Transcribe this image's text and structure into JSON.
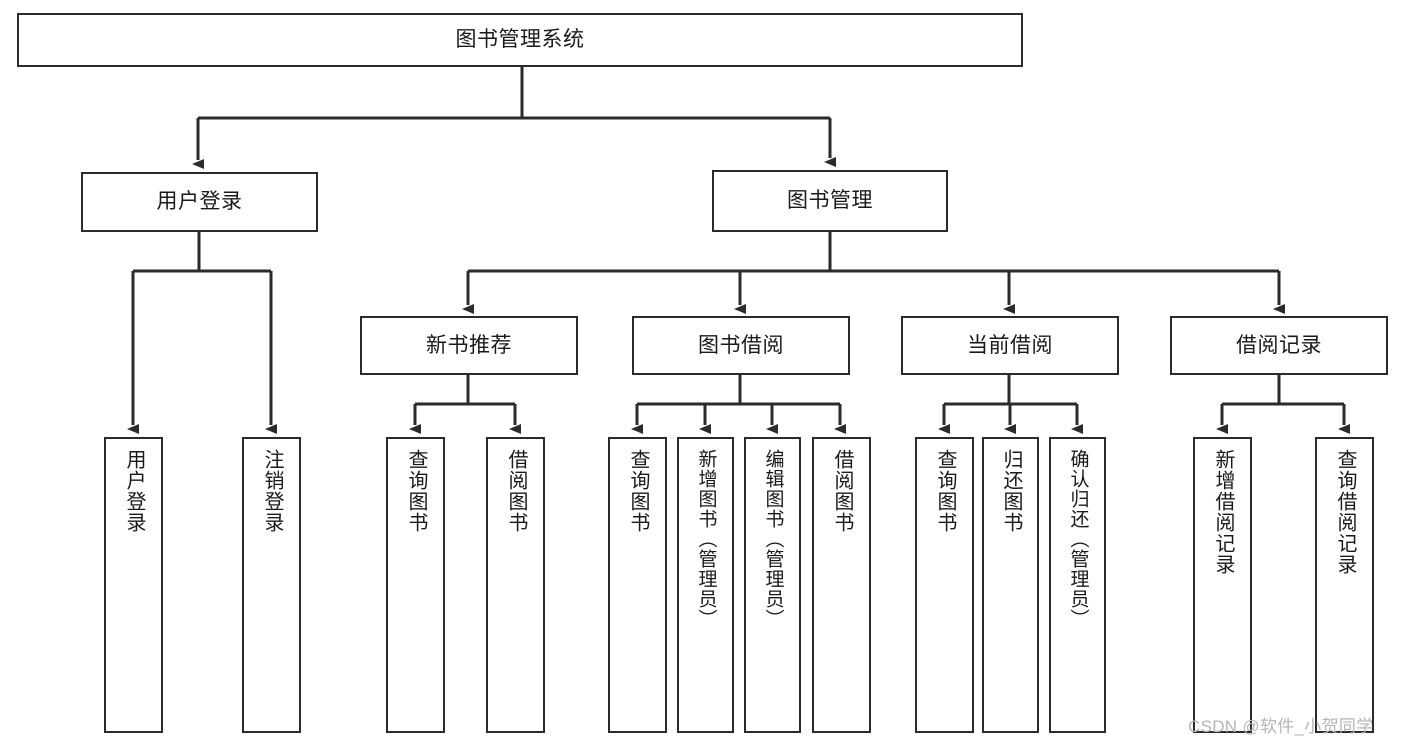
{
  "diagram": {
    "title_node": {
      "label": "图书管理系统"
    },
    "level2": [
      {
        "id": "user-login",
        "label": "用户登录"
      },
      {
        "id": "book-management",
        "label": "图书管理"
      }
    ],
    "level3": [
      {
        "id": "new-book-recommend",
        "label": "新书推荐"
      },
      {
        "id": "book-borrow",
        "label": "图书借阅"
      },
      {
        "id": "current-borrow",
        "label": "当前借阅"
      },
      {
        "id": "borrow-record",
        "label": "借阅记录"
      }
    ],
    "leaves": [
      {
        "id": "leaf-user-login",
        "label": "用户登录",
        "parent": "user-login"
      },
      {
        "id": "leaf-logout",
        "label": "注销登录",
        "parent": "user-login"
      },
      {
        "id": "leaf-query-book-1",
        "label": "查询图书",
        "parent": "new-book-recommend"
      },
      {
        "id": "leaf-borrow-book-1",
        "label": "借阅图书",
        "parent": "new-book-recommend"
      },
      {
        "id": "leaf-query-book-2",
        "label": "查询图书",
        "parent": "book-borrow"
      },
      {
        "id": "leaf-add-book",
        "label": "新增图书（管理员）",
        "parent": "book-borrow"
      },
      {
        "id": "leaf-edit-book",
        "label": "编辑图书（管理员）",
        "parent": "book-borrow"
      },
      {
        "id": "leaf-borrow-book-2",
        "label": "借阅图书",
        "parent": "book-borrow"
      },
      {
        "id": "leaf-query-book-3",
        "label": "查询图书",
        "parent": "current-borrow"
      },
      {
        "id": "leaf-return-book",
        "label": "归还图书",
        "parent": "current-borrow"
      },
      {
        "id": "leaf-confirm-return",
        "label": "确认归还（管理员）",
        "parent": "current-borrow"
      },
      {
        "id": "leaf-add-record",
        "label": "新增借阅记录",
        "parent": "borrow-record"
      },
      {
        "id": "leaf-query-record",
        "label": "查询借阅记录",
        "parent": "borrow-record"
      }
    ],
    "watermark": "CSDN @软件_小贺同学",
    "colors": {
      "stroke": "#2b2b2b",
      "background": "#ffffff",
      "text": "#1a1a1a",
      "watermark": "#b6b6b6"
    }
  }
}
